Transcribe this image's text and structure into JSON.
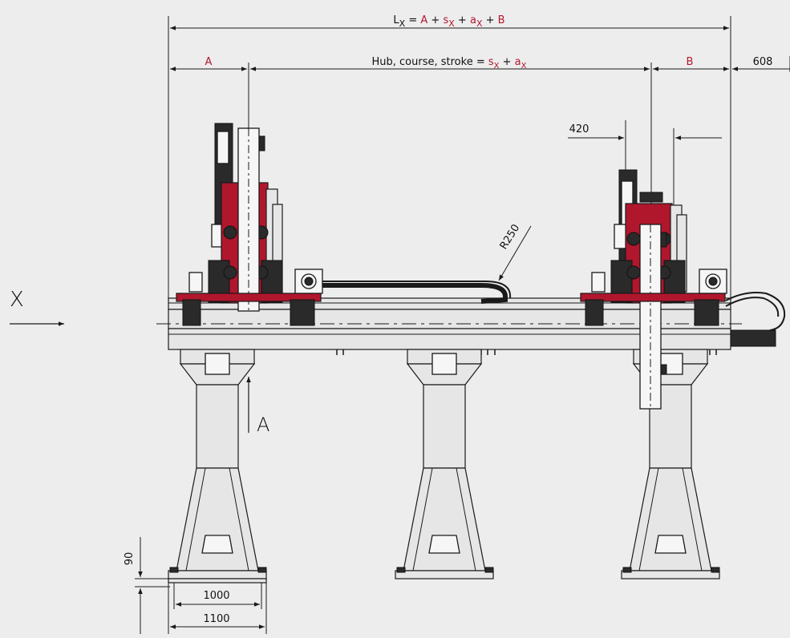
{
  "colors": {
    "accent": "#b0172d",
    "line": "#1a1a1a",
    "background": "#ededed"
  },
  "formula": {
    "lx_base": "L",
    "lx_sub": "X",
    "eq": " = ",
    "a": "A",
    "plus": " + ",
    "s_base": "s",
    "s_sub": "X",
    "a2_base": "a",
    "a2_sub": "X",
    "b": "B"
  },
  "dims": {
    "a_label": "A",
    "stroke_label": "Hub, course, stroke = ",
    "s_base": "s",
    "s_sub": "X",
    "plus": " + ",
    "a_base": "a",
    "a_sub": "X",
    "b_label": "B",
    "d608": "608",
    "d420": "420",
    "r250": "R250",
    "d90": "90",
    "d1000": "1000",
    "d1100": "1100"
  },
  "axis": {
    "x_label": "X",
    "view_label": "A"
  }
}
